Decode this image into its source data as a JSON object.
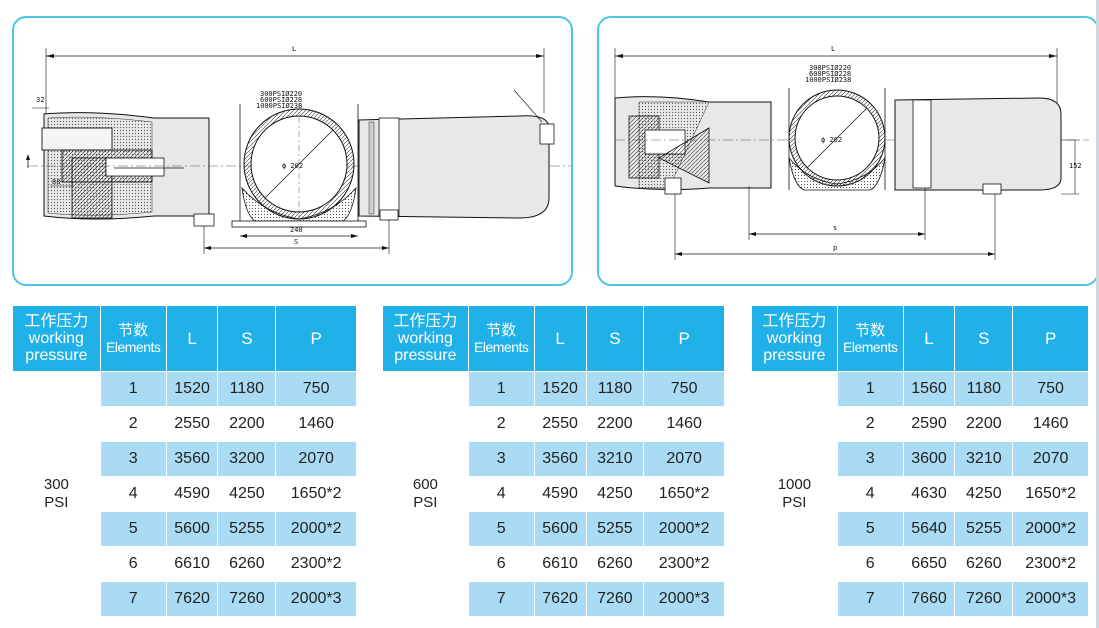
{
  "drawing_left": {
    "dim_L": "L",
    "dim_S": "S",
    "dim_240": "240",
    "dim_32": "32",
    "dim_88": "88",
    "diam_center": "ϕ 202",
    "spec_lines": [
      "300PSIØ220",
      "600PSIØ228",
      "1000PSIØ238"
    ]
  },
  "drawing_right": {
    "dim_L": "L",
    "dim_s": "s",
    "dim_p": "p",
    "dim_152": "152",
    "diam_center": "ϕ 202",
    "spec_lines": [
      "300PSIØ220",
      "600PSIØ228",
      "1000PSIØ238"
    ]
  },
  "tables": [
    {
      "hdr_pressure_cn": "工作压力",
      "hdr_pressure_en1": "working",
      "hdr_pressure_en2": "pressure",
      "hdr_elements_cn": "节数",
      "hdr_elements_en": "Elements",
      "hdr_L": "L",
      "hdr_S": "S",
      "hdr_P": "P",
      "psi_value": "300",
      "psi_unit": "PSI",
      "rows": [
        {
          "el": "1",
          "L": "1520",
          "S": "1180",
          "P": "750"
        },
        {
          "el": "2",
          "L": "2550",
          "S": "2200",
          "P": "1460"
        },
        {
          "el": "3",
          "L": "3560",
          "S": "3200",
          "P": "2070"
        },
        {
          "el": "4",
          "L": "4590",
          "S": "4250",
          "P": "1650*2"
        },
        {
          "el": "5",
          "L": "5600",
          "S": "5255",
          "P": "2000*2"
        },
        {
          "el": "6",
          "L": "6610",
          "S": "6260",
          "P": "2300*2"
        },
        {
          "el": "7",
          "L": "7620",
          "S": "7260",
          "P": "2000*3"
        }
      ]
    },
    {
      "hdr_pressure_cn": "工作压力",
      "hdr_pressure_en1": "working",
      "hdr_pressure_en2": "pressure",
      "hdr_elements_cn": "节数",
      "hdr_elements_en": "Elements",
      "hdr_L": "L",
      "hdr_S": "S",
      "hdr_P": "P",
      "psi_value": "600",
      "psi_unit": "PSI",
      "rows": [
        {
          "el": "1",
          "L": "1520",
          "S": "1180",
          "P": "750"
        },
        {
          "el": "2",
          "L": "2550",
          "S": "2200",
          "P": "1460"
        },
        {
          "el": "3",
          "L": "3560",
          "S": "3210",
          "P": "2070"
        },
        {
          "el": "4",
          "L": "4590",
          "S": "4250",
          "P": "1650*2"
        },
        {
          "el": "5",
          "L": "5600",
          "S": "5255",
          "P": "2000*2"
        },
        {
          "el": "6",
          "L": "6610",
          "S": "6260",
          "P": "2300*2"
        },
        {
          "el": "7",
          "L": "7620",
          "S": "7260",
          "P": "2000*3"
        }
      ]
    },
    {
      "hdr_pressure_cn": "工作压力",
      "hdr_pressure_en1": "working",
      "hdr_pressure_en2": "pressure",
      "hdr_elements_cn": "节数",
      "hdr_elements_en": "Elements",
      "hdr_L": "L",
      "hdr_S": "S",
      "hdr_P": "P",
      "psi_value": "1000",
      "psi_unit": "PSI",
      "rows": [
        {
          "el": "1",
          "L": "1560",
          "S": "1180",
          "P": "750"
        },
        {
          "el": "2",
          "L": "2590",
          "S": "2200",
          "P": "1460"
        },
        {
          "el": "3",
          "L": "3600",
          "S": "3210",
          "P": "2070"
        },
        {
          "el": "4",
          "L": "4630",
          "S": "4250",
          "P": "1650*2"
        },
        {
          "el": "5",
          "L": "5640",
          "S": "5255",
          "P": "2000*2"
        },
        {
          "el": "6",
          "L": "6650",
          "S": "6260",
          "P": "2300*2"
        },
        {
          "el": "7",
          "L": "7660",
          "S": "7260",
          "P": "2000*3"
        }
      ]
    }
  ]
}
